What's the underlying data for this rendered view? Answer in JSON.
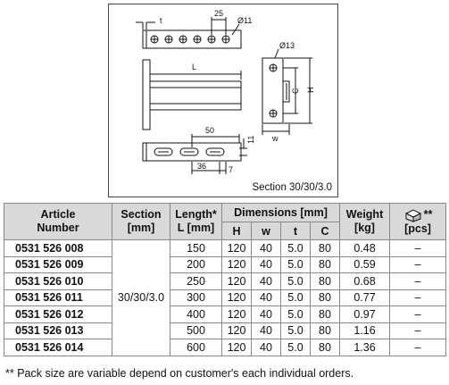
{
  "drawing": {
    "dimensions": {
      "t": "t",
      "d25": "25",
      "d11_hole": "Ø11",
      "L": "L",
      "d13_hole": "Ø13",
      "C": "C",
      "H": "H",
      "w": "w",
      "d50": "50",
      "d11": "11",
      "d36": "36",
      "d7": "7"
    },
    "section_label": "Section 30/30/3.0"
  },
  "table": {
    "headers": {
      "article": "Article Number",
      "section": "Section [mm]",
      "length": "Length* L [mm]",
      "dimensions": "Dimensions [mm]",
      "dim_h": "H",
      "dim_w": "w",
      "dim_t": "t",
      "dim_c": "C",
      "weight": "Weight [kg]",
      "pack": "[pcs]",
      "pack_marks": "**",
      "pack_icon": "package-icon"
    },
    "section_value": "30/30/3.0",
    "rows": [
      {
        "article": "0531 526 008",
        "length": "150",
        "h": "120",
        "w": "40",
        "t": "5.0",
        "c": "80",
        "weight": "0.48",
        "pcs": "–"
      },
      {
        "article": "0531 526 009",
        "length": "200",
        "h": "120",
        "w": "40",
        "t": "5.0",
        "c": "80",
        "weight": "0.59",
        "pcs": "–"
      },
      {
        "article": "0531 526 010",
        "length": "250",
        "h": "120",
        "w": "40",
        "t": "5.0",
        "c": "80",
        "weight": "0.68",
        "pcs": "–"
      },
      {
        "article": "0531 526 011",
        "length": "300",
        "h": "120",
        "w": "40",
        "t": "5.0",
        "c": "80",
        "weight": "0.77",
        "pcs": "–"
      },
      {
        "article": "0531 526 012",
        "length": "400",
        "h": "120",
        "w": "40",
        "t": "5.0",
        "c": "80",
        "weight": "0.97",
        "pcs": "–"
      },
      {
        "article": "0531 526 013",
        "length": "500",
        "h": "120",
        "w": "40",
        "t": "5.0",
        "c": "80",
        "weight": "1.16",
        "pcs": "–"
      },
      {
        "article": "0531 526 014",
        "length": "600",
        "h": "120",
        "w": "40",
        "t": "5.0",
        "c": "80",
        "weight": "1.36",
        "pcs": "–"
      }
    ]
  },
  "footnote": "** Pack size are variable depend on customer's each individual orders."
}
